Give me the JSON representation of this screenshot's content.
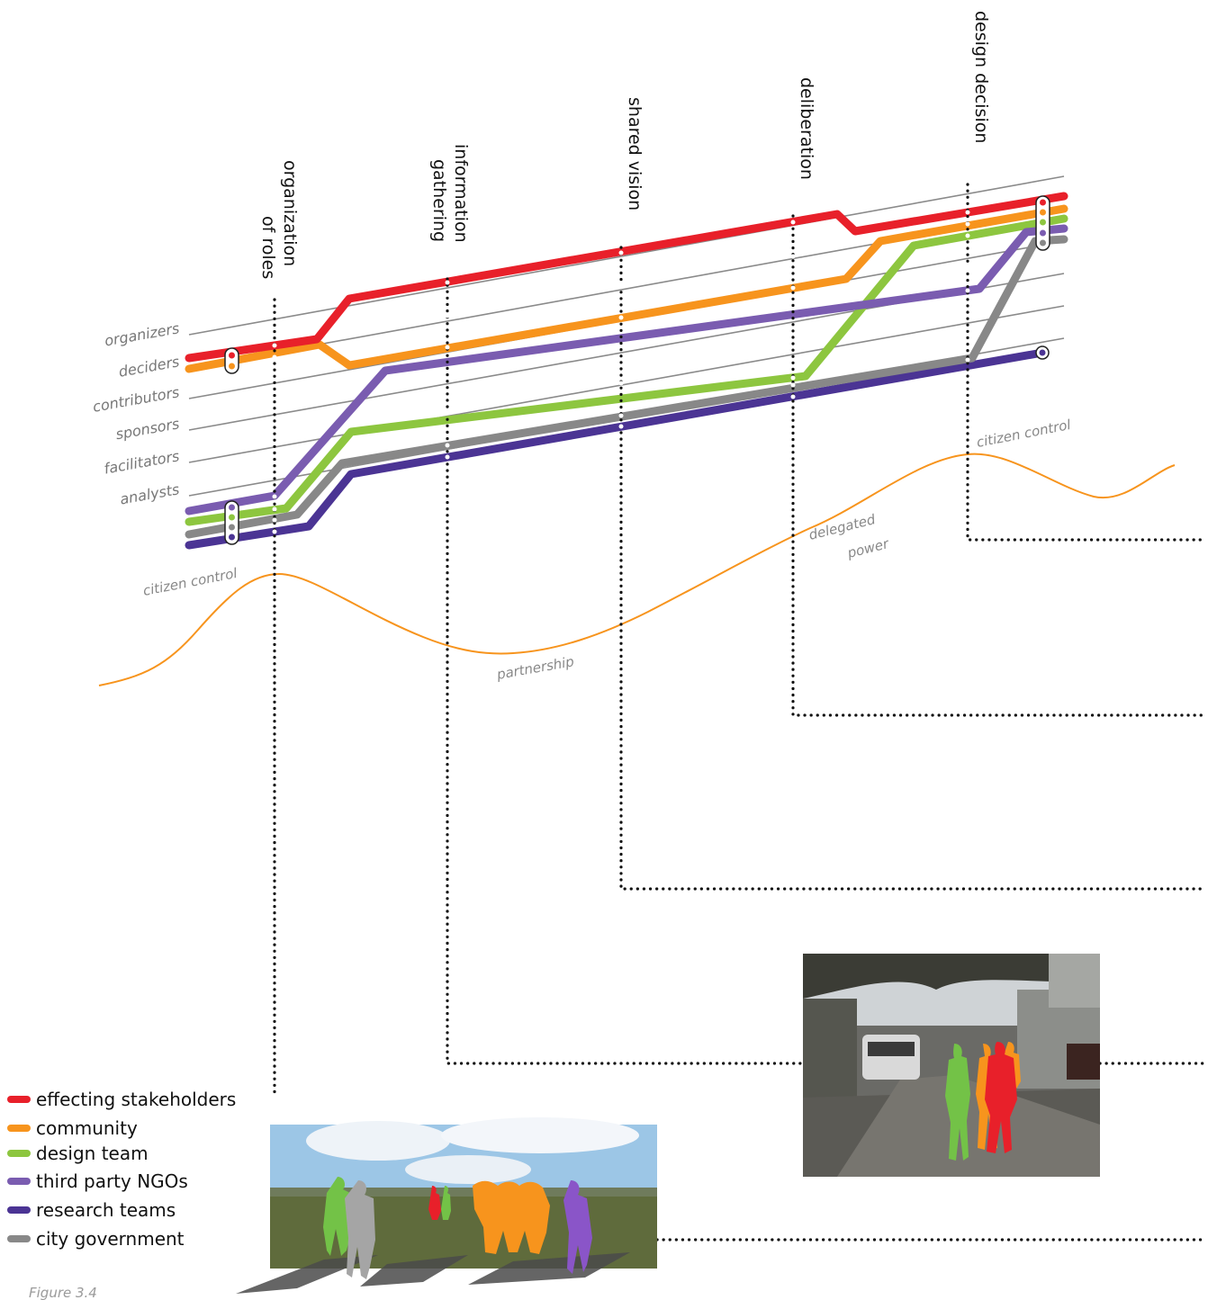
{
  "phases": [
    {
      "line1": "organization",
      "line2": "of roles"
    },
    {
      "line1": "information",
      "line2": "gathering"
    },
    {
      "line1": "shared vision",
      "line2": ""
    },
    {
      "line1": "deliberation",
      "line2": ""
    },
    {
      "line1": "design decision",
      "line2": ""
    }
  ],
  "roles": [
    "organizers",
    "deciders",
    "contributors",
    "sponsors",
    "facilitators",
    "analysts"
  ],
  "participation_levels": {
    "citizen_control_left": "citizen control",
    "partnership": "partnership",
    "delegated": "delegated",
    "power": "power",
    "citizen_control_right": "citizen control"
  },
  "legend": [
    {
      "label": "effecting stakeholders",
      "color": "#e8202a"
    },
    {
      "label": "community",
      "color": "#f7941d"
    },
    {
      "label": "design team",
      "color": "#8dc63f"
    },
    {
      "label": "third party NGOs",
      "color": "#7a5cb0"
    },
    {
      "label": "research teams",
      "color": "#4b3494"
    },
    {
      "label": "city government",
      "color": "#888888"
    }
  ],
  "figure_caption": "Figure 3.4",
  "photos": [
    {
      "name": "field-photo",
      "description_icon": "photo-icon"
    },
    {
      "name": "street-photo",
      "description_icon": "photo-icon"
    }
  ]
}
